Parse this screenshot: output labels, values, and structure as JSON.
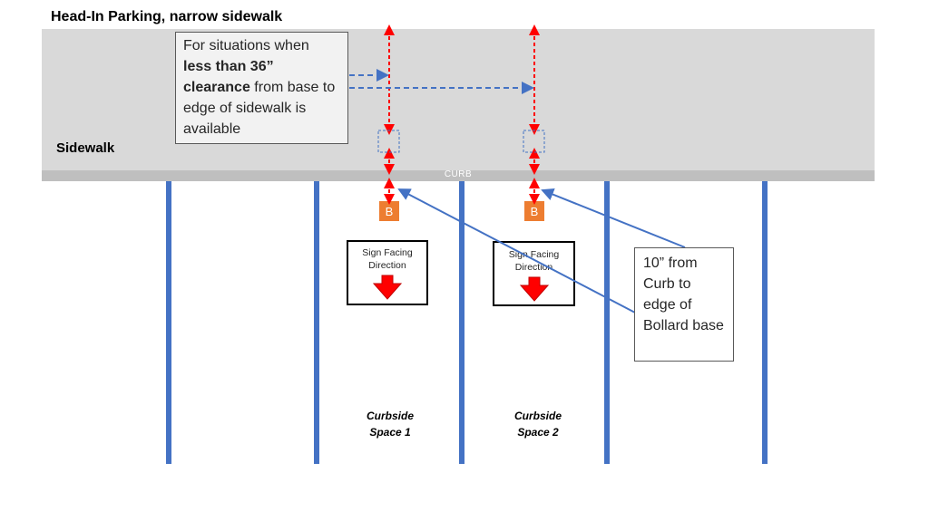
{
  "title": "Head-In Parking, narrow sidewalk",
  "sidewalk_label": "Sidewalk",
  "curb_label": "CURB",
  "callout_clearance": {
    "line1": "For situations when",
    "bold": "less than 36” clearance",
    "rest": " from base to edge of sidewalk is available"
  },
  "callout_curb_distance": "10” from Curb to edge of Bollard base",
  "bollard_label": "B",
  "sign_label_line1": "Sign Facing",
  "sign_label_line2": "Direction",
  "spaces": [
    {
      "line1": "Curbside",
      "line2": "Space 1"
    },
    {
      "line1": "Curbside",
      "line2": "Space 2"
    }
  ],
  "colors": {
    "sidewalk": "#d9d9d9",
    "curb": "#bfbfbf",
    "stall_line": "#4472c4",
    "bollard": "#ed7d31",
    "dimension_arrow": "#ff0000",
    "leader_line": "#4472c4"
  }
}
